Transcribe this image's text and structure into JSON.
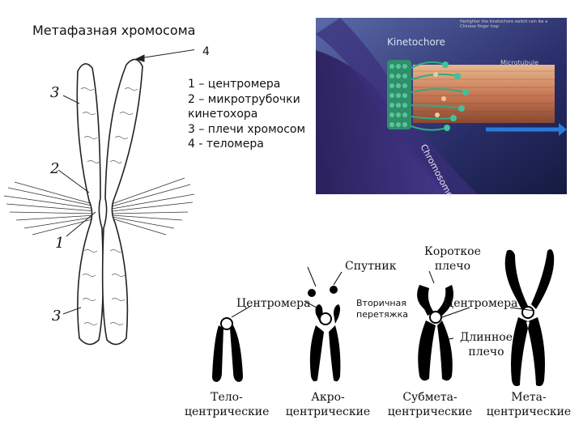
{
  "title": "Метафазная хромосома",
  "labels": {
    "n4": "4",
    "n3a": "3",
    "n2": "2",
    "n1": "1",
    "n3b": "3"
  },
  "legend": [
    "1 – центромера",
    "2 – микротрубочки",
    "кинетохора",
    "3 – плечи хромосом",
    "4 - теломера"
  ],
  "photo": {
    "kinetochore": "Kinetochore",
    "microtubule": "Microtubule",
    "chromosome": "Chromosome",
    "caption": "Herlighter the kinetochore switch rain ike a Chinese finger trap"
  },
  "types": {
    "sputnik": "Спутник",
    "short_arm": [
      "Короткое",
      "плечо"
    ],
    "centromere_left": "Центромера",
    "centromere_right": "Центромера",
    "secondary_constriction": [
      "Вторичная",
      "перетяжка"
    ],
    "long_arm": [
      "Длинное",
      "плечо"
    ],
    "telo": [
      "Тело-",
      "центрические"
    ],
    "acro": [
      "Акро-",
      "центрические"
    ],
    "submeta": [
      "Субмета-",
      "центрические"
    ],
    "meta": [
      "Мета-",
      "центрические"
    ]
  }
}
